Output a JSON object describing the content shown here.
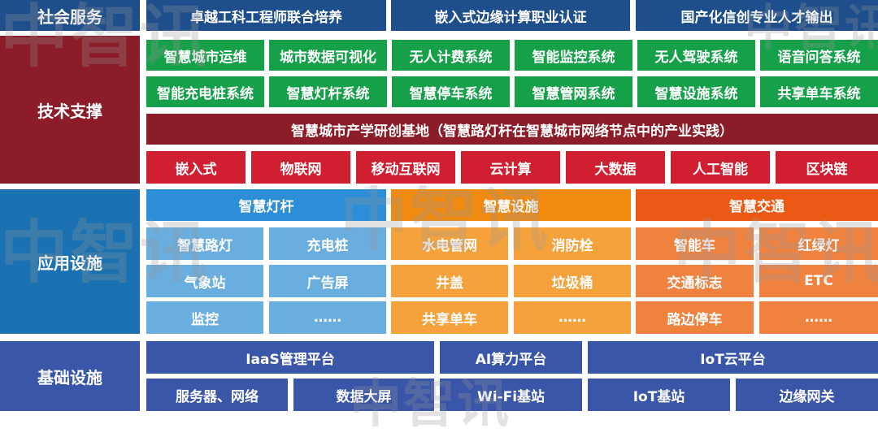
{
  "colors": {
    "navy": "#1e4e8c",
    "dark_red": "#8b1c28",
    "green": "#17a04a",
    "crimson": "#cf1f30",
    "steel_blue": "#1a72b2",
    "sky": "#2c8ed6",
    "light_blue": "#6aaee0",
    "orange_head": "#f08a10",
    "orange_cell": "#f5a23c",
    "red_orange_head": "#ea5a14",
    "red_orange_cell": "#f08240",
    "indigo": "#3a56a8"
  },
  "watermark": "中智讯",
  "social": {
    "label": "社会服务",
    "items": [
      "卓越工科工程师联合培养",
      "嵌入式边缘计算职业认证",
      "国产化信创专业人才输出"
    ]
  },
  "tech": {
    "label": "技术支撑",
    "systems_row1": [
      "智慧城市运维",
      "城市数据可视化",
      "无人计费系统",
      "智能监控系统",
      "无人驾驶系统",
      "语音问答系统"
    ],
    "systems_row2": [
      "智能充电桩系统",
      "智慧灯杆系统",
      "智慧停车系统",
      "智慧管网系统",
      "智慧设施系统",
      "共享单车系统"
    ],
    "base_banner": "智慧城市产学研创基地（智慧路灯杆在智慧城市网络节点中的产业实践）",
    "technologies": [
      "嵌入式",
      "物联网",
      "移动互联网",
      "云计算",
      "大数据",
      "人工智能",
      "区块链"
    ]
  },
  "apps": {
    "label": "应用设施",
    "groups": [
      {
        "title": "智慧灯杆",
        "items": [
          "智慧路灯",
          "充电桩",
          "气象站",
          "广告屏",
          "监控",
          "……"
        ]
      },
      {
        "title": "智慧设施",
        "items": [
          "水电管网",
          "消防栓",
          "井盖",
          "垃圾桶",
          "共享单车",
          "……"
        ]
      },
      {
        "title": "智慧交通",
        "items": [
          "智能车",
          "红绿灯",
          "交通标志",
          "ETC",
          "路边停车",
          "……"
        ]
      }
    ]
  },
  "infra": {
    "label": "基础设施",
    "platforms": [
      "IaaS管理平台",
      "AI算力平台",
      "IoT云平台"
    ],
    "devices": [
      "服务器、网络",
      "数据大屏",
      "Wi-Fi基站",
      "IoT基站",
      "边缘网关"
    ]
  }
}
